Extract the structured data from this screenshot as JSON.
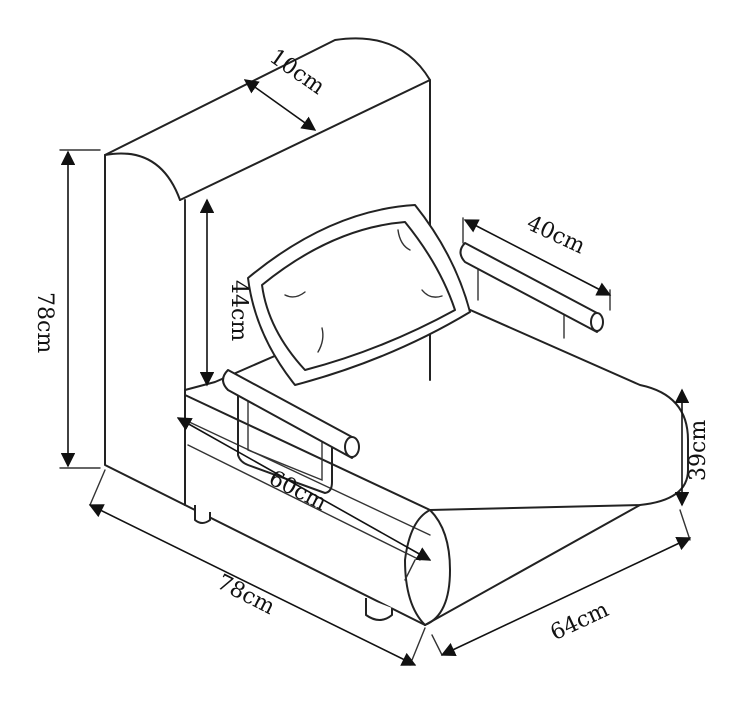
{
  "diagram": {
    "dimensions": {
      "backrest_thickness": "10cm",
      "back_height": "78cm",
      "backrest_inner_height": "44cm",
      "armrest_length": "40cm",
      "seat_width": "60cm",
      "seat_height": "39cm",
      "overall_width": "78cm",
      "overall_depth": "64cm"
    },
    "colors": {
      "line": "#222222",
      "background": "#ffffff"
    }
  }
}
